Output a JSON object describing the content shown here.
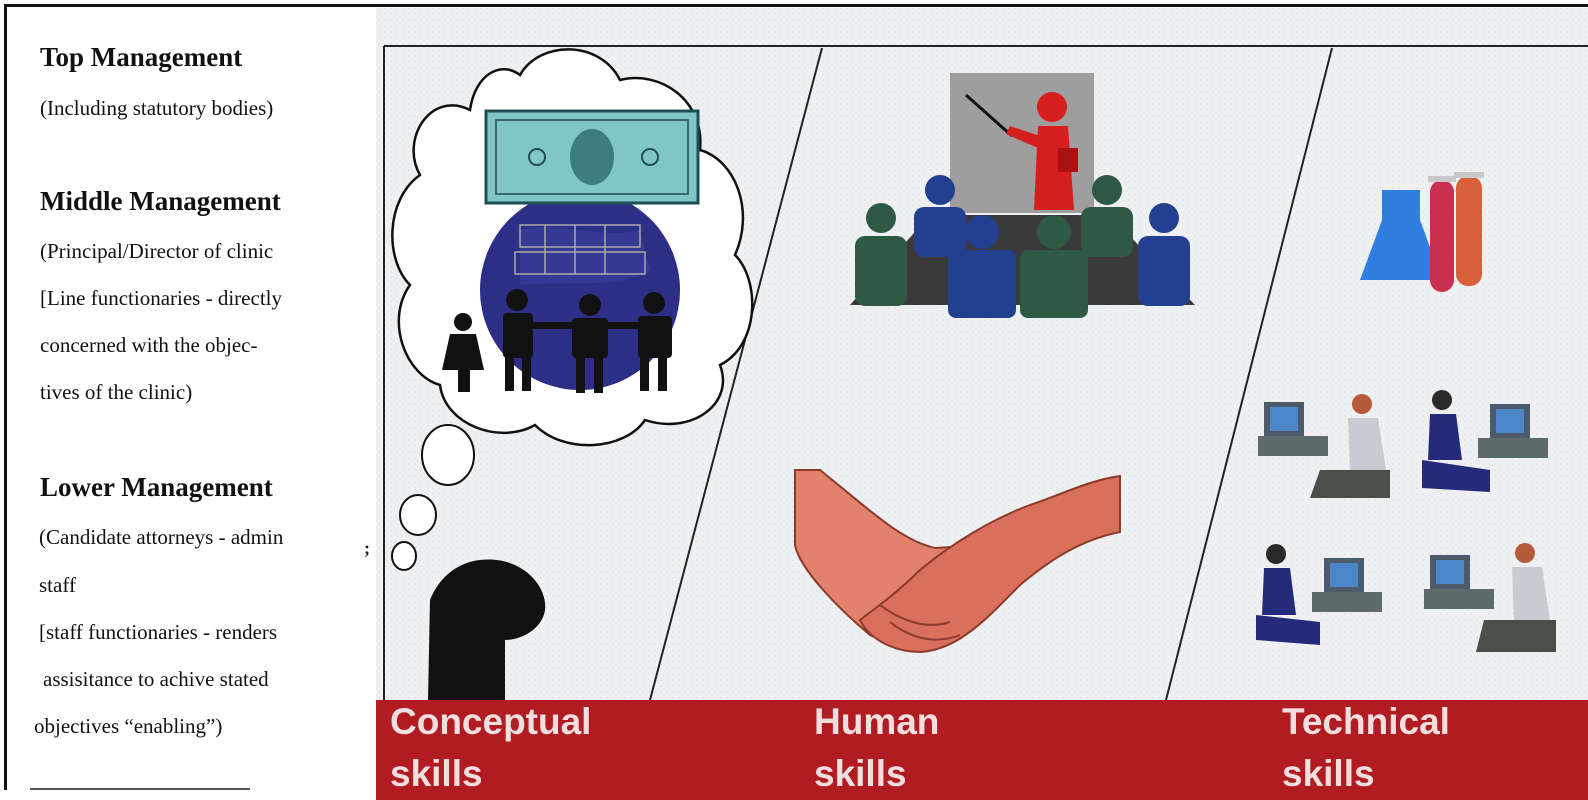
{
  "levels": [
    {
      "title": "Top Management",
      "lines": [
        "(Including statutory bodies)"
      ]
    },
    {
      "title": "Middle Management",
      "lines": [
        "(Principal/Director of clinic",
        "[Line functionaries - directly",
        " concerned with the objec-",
        "tives of the clinic)"
      ]
    },
    {
      "title": "Lower Management",
      "lines": [
        "(Candidate attorneys - admin",
        "staff",
        "[staff functionaries - renders",
        " assisitance to achive stated",
        "objectives “enabling”)"
      ]
    }
  ],
  "skills": [
    {
      "line1": "Conceptual",
      "line2": "skills"
    },
    {
      "line1": "Human",
      "line2": "skills"
    },
    {
      "line1": "Technical",
      "line2": "skills"
    }
  ],
  "stray_mark": ";",
  "colors": {
    "banner": "#b01c22",
    "banner_text": "#f1dede",
    "panel_bg": "#eef0f2",
    "money": "#7fc6c4",
    "globe": "#2d2f86",
    "presenter": "#d51f1f",
    "hand": "#e07a66",
    "beaker_blue": "#2f7fe0",
    "beaker_red": "#c92f4e"
  },
  "icons": [
    "money-icon",
    "globe-icon",
    "family-icon",
    "thinker-icon",
    "presenter-icon",
    "meeting-icon",
    "handshake-icon",
    "lab-flask-icon",
    "computer-workers-icon"
  ]
}
